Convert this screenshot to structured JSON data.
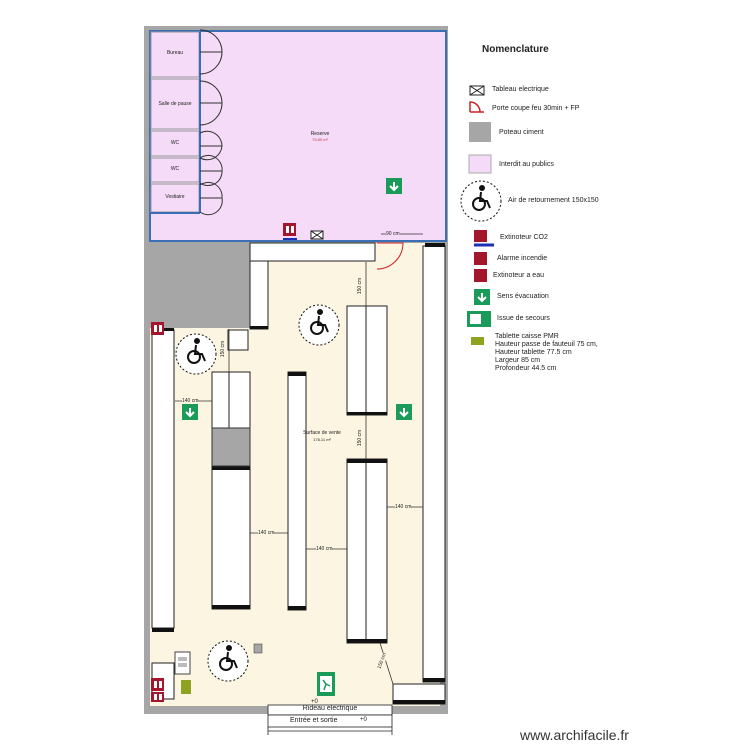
{
  "rooms": {
    "bureau": "Bureau",
    "salle_pause": "Salle de pause",
    "wc1": "WC",
    "wc2": "WC",
    "vestiaire": "Vestiaire",
    "reserve": "Reserve",
    "reserve_area": "75.80 m²",
    "surface_vente": "Surface de vente",
    "surface_area": "178.11 m²"
  },
  "dimensions": {
    "d140_a": "140 cm",
    "d140_b": "140 cm",
    "d140_c": "140 cm",
    "d140_d": "140 cm",
    "d150_a": "150 cm",
    "d150_b": "150 cm",
    "d150_c": "150 cm",
    "d150_d": "150 cm",
    "d90": "90 cm"
  },
  "entrance": {
    "rideau": "Rideau electrique",
    "entree": "Entrée et sortie",
    "plus0_a": "+0",
    "plus0_b": "+0"
  },
  "legend": {
    "title": "Nomenclature",
    "items": [
      {
        "label": "Tableau electrique",
        "icon": "electrical-panel-icon"
      },
      {
        "label": "Porte coupe feu 30min + FP",
        "icon": "fire-door-icon"
      },
      {
        "label": "Poteau ciment",
        "icon": "cement-pillar-icon"
      },
      {
        "label": "Interdit au publics",
        "icon": "restricted-area-icon"
      },
      {
        "label": "Air de retournement 150x150",
        "icon": "wheelchair-icon"
      },
      {
        "label": "Extinoteur CO2",
        "icon": "co2-extinguisher-icon"
      },
      {
        "label": "Alarme incendie",
        "icon": "fire-alarm-icon"
      },
      {
        "label": "Extinoteur a eau",
        "icon": "water-extinguisher-icon"
      },
      {
        "label": "Sens évacuation",
        "icon": "evacuation-arrow-icon"
      },
      {
        "label": "Issue de secours",
        "icon": "emergency-exit-icon"
      }
    ],
    "tablette_lines": [
      "Tablette caisse PMR",
      "Hauteur passe de fauteuil 75 cm,",
      "Hauteur tablette 77.5 cm",
      "Largeur 85 cm",
      "Profondeur 44.5 cm"
    ]
  },
  "credit": "www.archifacile.fr",
  "colors": {
    "restricted": "#f5dbf7",
    "sales_floor": "#fbf5e2",
    "pillar": "#a6a6a6",
    "wall_blue": "#3b6fb5",
    "exit_green": "#1a9b5a",
    "extinguisher_red": "#a3162b",
    "pmr_shelf": "#8ea31f"
  }
}
